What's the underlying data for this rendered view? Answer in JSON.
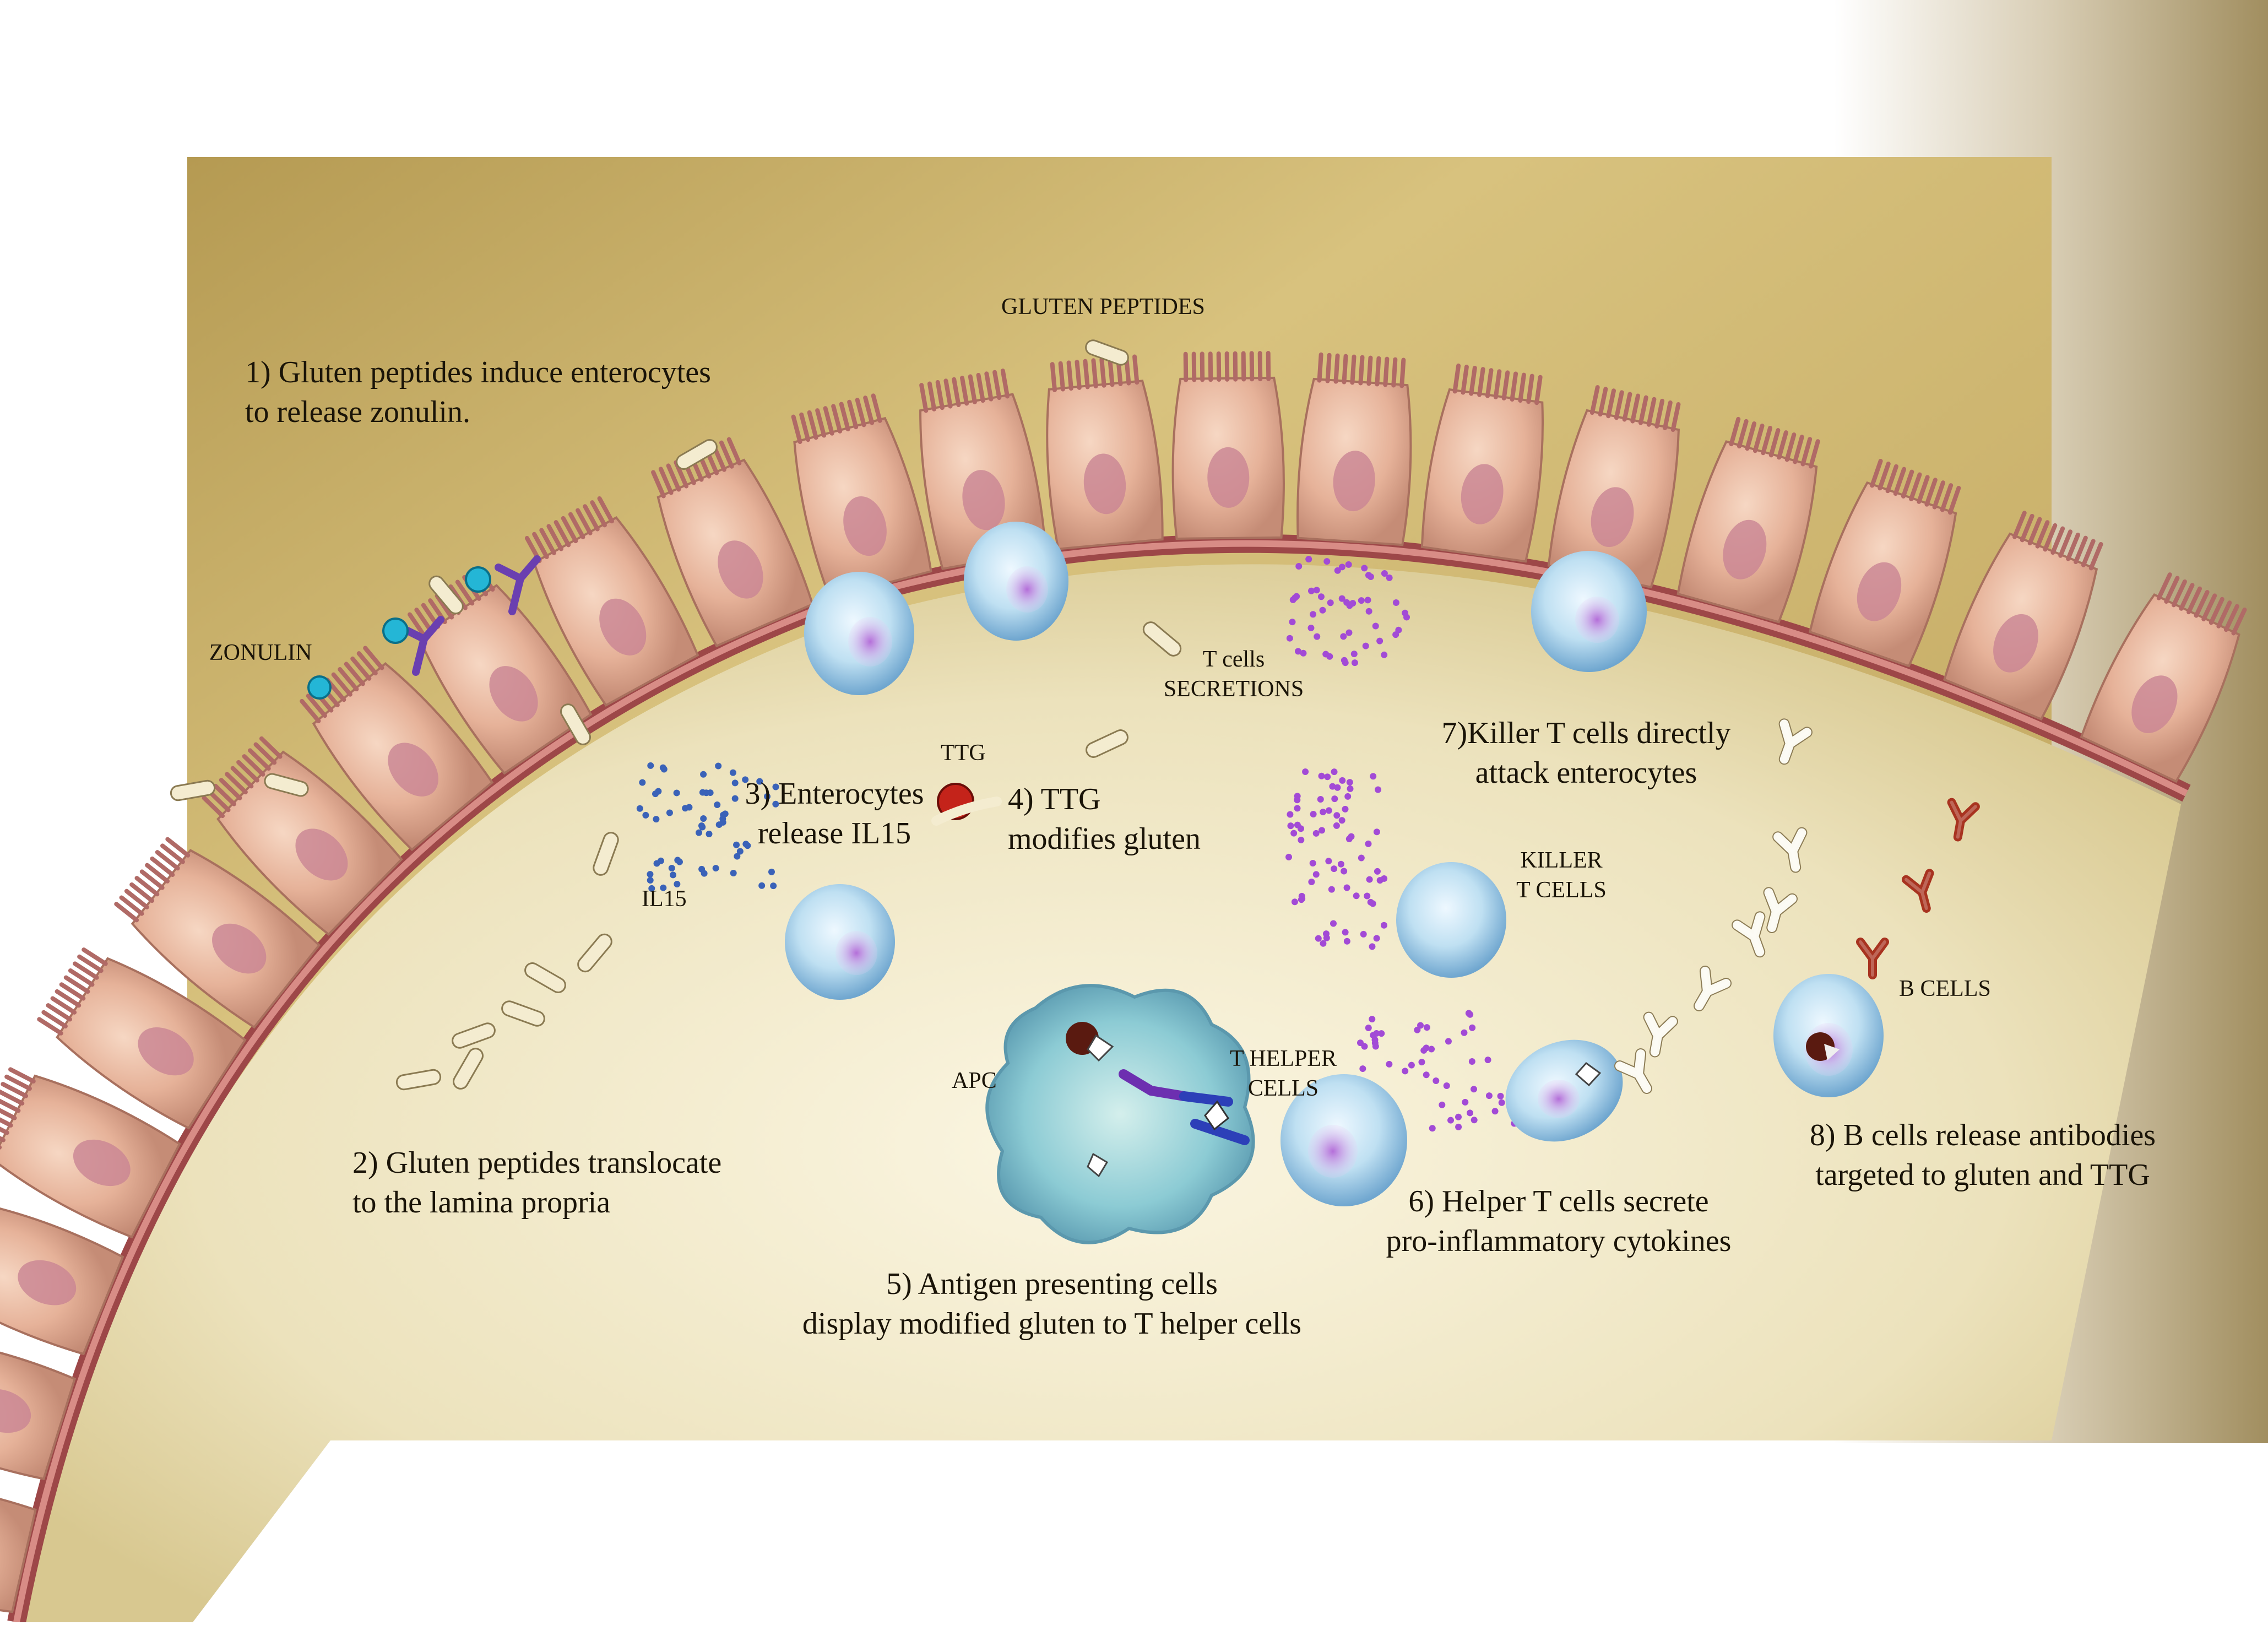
{
  "labels": {
    "gluten_peptides": "GLUTEN PEPTIDES",
    "zonulin": "ZONULIN",
    "il15": "IL15",
    "ttg": "TTG",
    "t_cells": "T cells",
    "secretions": "SECRETIONS",
    "killer_t_cells_1": "KILLER",
    "killer_t_cells_2": "T CELLS",
    "apc": "APC",
    "t_helper_1": "T HELPER",
    "t_helper_2": "CELLS",
    "b_cells": "B CELLS"
  },
  "steps": {
    "step1": [
      "1) Gluten peptides induce enterocytes",
      "to release zonulin."
    ],
    "step2": [
      "2) Gluten peptides translocate",
      "to the lamina propria"
    ],
    "step3": [
      "3) Enterocytes",
      "release IL15"
    ],
    "step4": [
      "4) TTG",
      "modifies gluten"
    ],
    "step5": [
      "5) Antigen presenting cells",
      "display modified gluten to T helper cells"
    ],
    "step6": [
      "6) Helper T cells secrete",
      "pro-inflammatory cytokines"
    ],
    "step7": [
      "7)Killer T cells directly",
      "attack enterocytes"
    ],
    "step8": [
      "8) B cells release antibodies",
      "targeted to gluten and TTG"
    ]
  },
  "colors": {
    "background_gold": "#c9b26a",
    "lamina_cream": "#f3ecd2",
    "enterocyte_pink": "#e7b59d",
    "nucleus": "#c98594",
    "basement_membrane": "#b0595a",
    "immune_cell_blue": "#b9dbee",
    "zonulin_cyan": "#24b6d6",
    "antibody_red": "#a83320",
    "cytokine_purple": "#a24ad6",
    "il15_blue": "#3a62b8"
  }
}
